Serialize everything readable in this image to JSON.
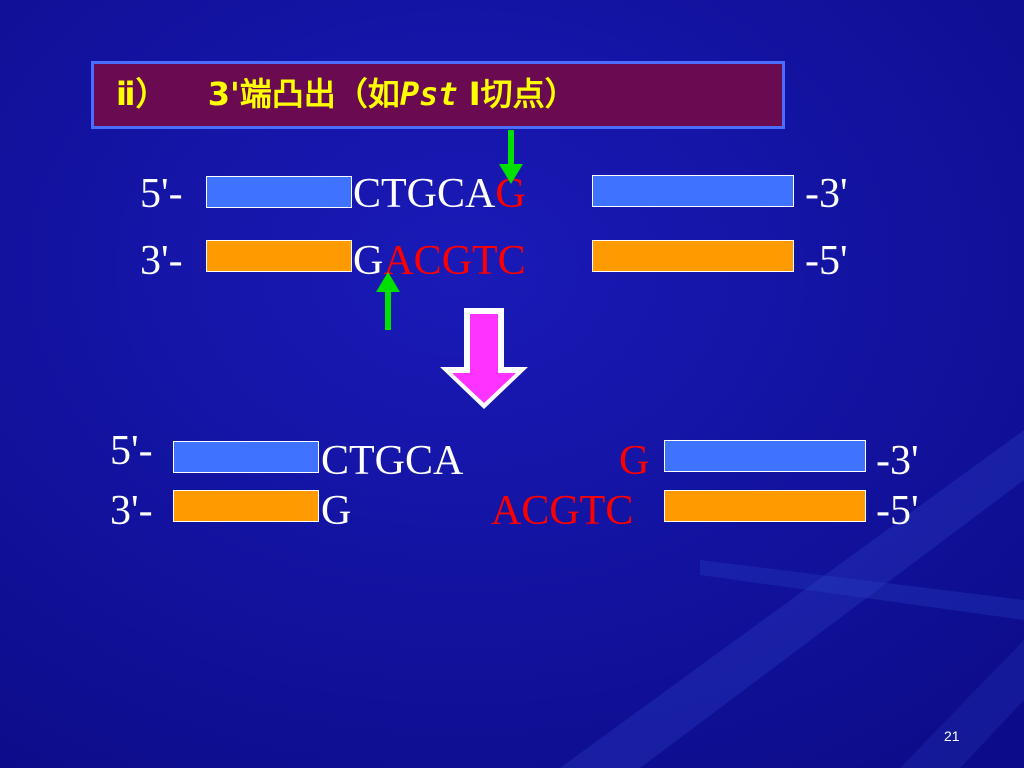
{
  "title": {
    "prefix": "ⅱ）",
    "main": "3'端凸出（如",
    "enzyme_italic": "Pst",
    "suffix": " Ⅰ切点）"
  },
  "top": {
    "row1": {
      "left": "5'-",
      "seq_white": "CTGCA",
      "seq_red": "G",
      "right": "-3'"
    },
    "row2": {
      "left": "3'-",
      "seq_white": "G",
      "seq_red": "ACGTC",
      "right": "-5'"
    }
  },
  "bottom": {
    "row1": {
      "left": "5'-",
      "seq_white": "CTGCA",
      "seq_red": "G",
      "right": "-3'"
    },
    "row2": {
      "left": "3'-",
      "seq_white": "G",
      "seq_red": "ACGTC",
      "right": "-5'"
    }
  },
  "colors": {
    "background": "#1212a8",
    "title_box": "#6a0a50",
    "title_text": "#ffff00",
    "blue_strand": "#3f73ff",
    "orange_strand": "#ff9a00",
    "cut_arrow": "#00e000",
    "process_arrow": "#ff33ff",
    "highlight": "#ff0000"
  },
  "page_number": "21"
}
